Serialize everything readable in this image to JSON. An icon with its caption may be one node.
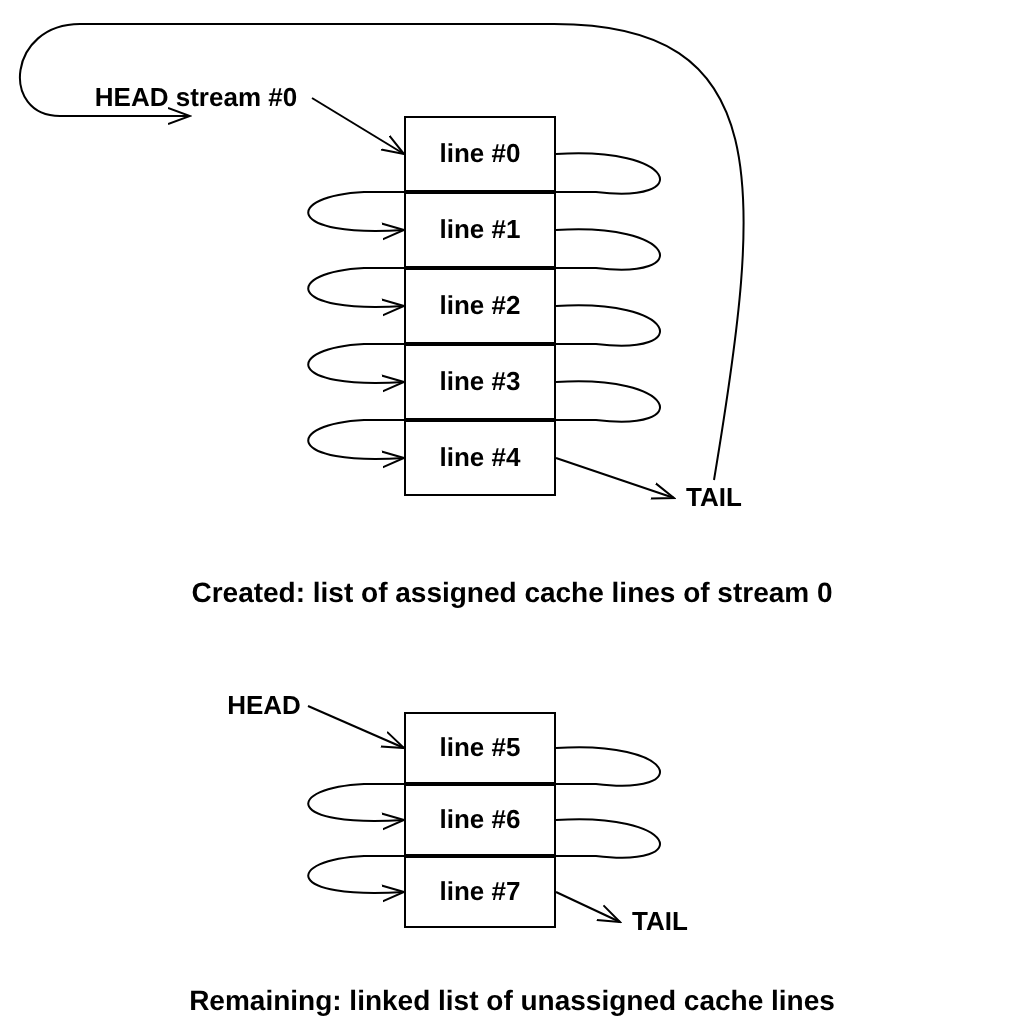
{
  "diagram": {
    "nodes": [
      {
        "text": [
          "HEAD stream #0"
        ]
      },
      {
        "text": [
          "line #0"
        ]
      },
      {
        "text": [
          "line #1"
        ]
      },
      {
        "text": [
          "line #2"
        ]
      },
      {
        "text": [
          "line #3"
        ]
      },
      {
        "text": [
          "line #4"
        ]
      },
      {
        "text": [
          "TAIL"
        ]
      },
      {
        "text": [
          "HEAD"
        ]
      },
      {
        "text": [
          "line #5"
        ]
      },
      {
        "text": [
          "line #6"
        ]
      },
      {
        "text": [
          "line #7"
        ]
      },
      {
        "text": [
          "TAIL"
        ]
      }
    ],
    "edges": [
      {
        "from": 0,
        "to": 1,
        "arrow": "to"
      },
      {
        "from": 1,
        "to": 2,
        "arrow": "to"
      },
      {
        "from": 2,
        "to": 3,
        "arrow": "to"
      },
      {
        "from": 3,
        "to": 4,
        "arrow": "to"
      },
      {
        "from": 4,
        "to": 5,
        "arrow": "to"
      },
      {
        "from": 5,
        "to": 6,
        "arrow": "to"
      },
      {
        "from": 6,
        "to": 0,
        "arrow": "to"
      },
      {
        "from": 7,
        "to": 8,
        "arrow": "to"
      },
      {
        "from": 8,
        "to": 9,
        "arrow": "to"
      },
      {
        "from": 9,
        "to": 10,
        "arrow": "to"
      },
      {
        "from": 10,
        "to": 11,
        "arrow": "to"
      }
    ],
    "labels": [
      "Created: list of assigned cache lines of stream 0",
      "Remaining: linked list of unassigned cache lines"
    ]
  }
}
